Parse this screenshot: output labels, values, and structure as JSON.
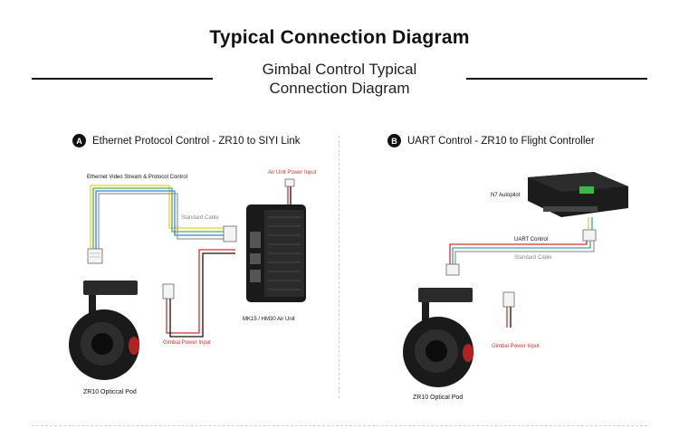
{
  "header": {
    "title": "Typical Connection Diagram",
    "subtitle": "Gimbal Control Typical\nConnection Diagram"
  },
  "section_a": {
    "badge": "A",
    "heading": "Ethernet Protocol Control - ZR10 to SIYI Link",
    "labels": {
      "ethernet": "Ethernet Video Stream & Protocol Control",
      "standard_cable": "Standard Cable",
      "air_power": "Air Unit Power Input",
      "gimbal_power": "Gimbal Power Input",
      "air_unit": "MK15 / HM30 Air Unit",
      "pod": "ZR10 Opticcal Pod"
    }
  },
  "section_b": {
    "badge": "B",
    "heading": "UART Control - ZR10 to Flight Controller",
    "labels": {
      "autopilot": "N7 Autopilot",
      "uart": "UART Control",
      "standard_cable": "Standard Cable",
      "gimbal_power": "Gimbal Power Input",
      "pod": "ZR10 Optical Pod"
    }
  },
  "colors": {
    "cable_red": "#d0312d",
    "cable_yellow": "#e8d21c",
    "cable_green": "#4caf50",
    "cable_blue": "#3f7fd6",
    "cable_teal": "#3aa3a0",
    "device_black": "#1a1a1a"
  }
}
